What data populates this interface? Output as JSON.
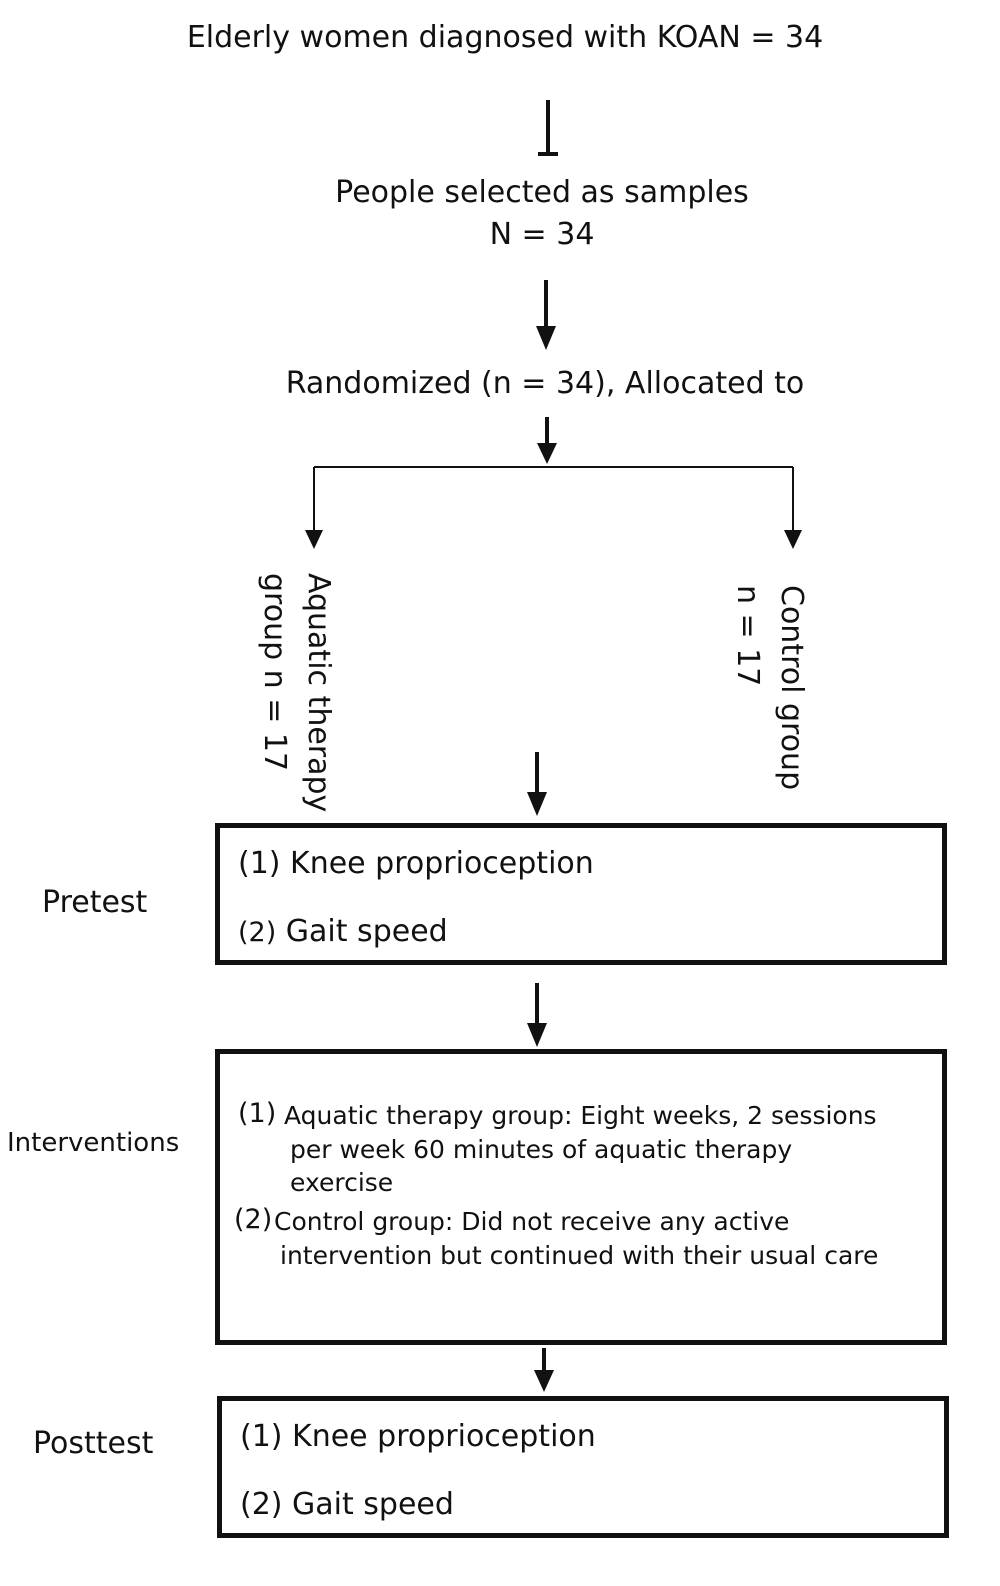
{
  "top": {
    "title": "Elderly women diagnosed with KOAN = 34"
  },
  "selection": {
    "line1": "People selected as samples",
    "line2": "N = 34"
  },
  "randomization": {
    "label": "Randomized (n = 34), Allocated to"
  },
  "groups": {
    "aquatic": {
      "line1": "Aquatic therapy",
      "line2": "group n = 17"
    },
    "control": {
      "line1": "Control group",
      "line2": "n = 17"
    }
  },
  "pretest": {
    "label": "Pretest",
    "item1": "(1) Knee proprioception",
    "item2_num": "(2)",
    "item2_text": "Gait speed"
  },
  "interventions": {
    "label": "Interventions",
    "item1_num": "(1)",
    "item1_line1": "Aquatic therapy group: Eight weeks, 2 sessions",
    "item1_line2": "per week 60 minutes of aquatic therapy",
    "item1_line3": "exercise",
    "item2_num": "(2)",
    "item2_line1": "Control group: Did not receive any active",
    "item2_line2": "intervention but continued with their usual care"
  },
  "posttest": {
    "label": "Posttest",
    "item1": "(1) Knee proprioception",
    "item2": "(2) Gait speed"
  },
  "colors": {
    "ink": "#111111",
    "background": "#ffffff"
  }
}
